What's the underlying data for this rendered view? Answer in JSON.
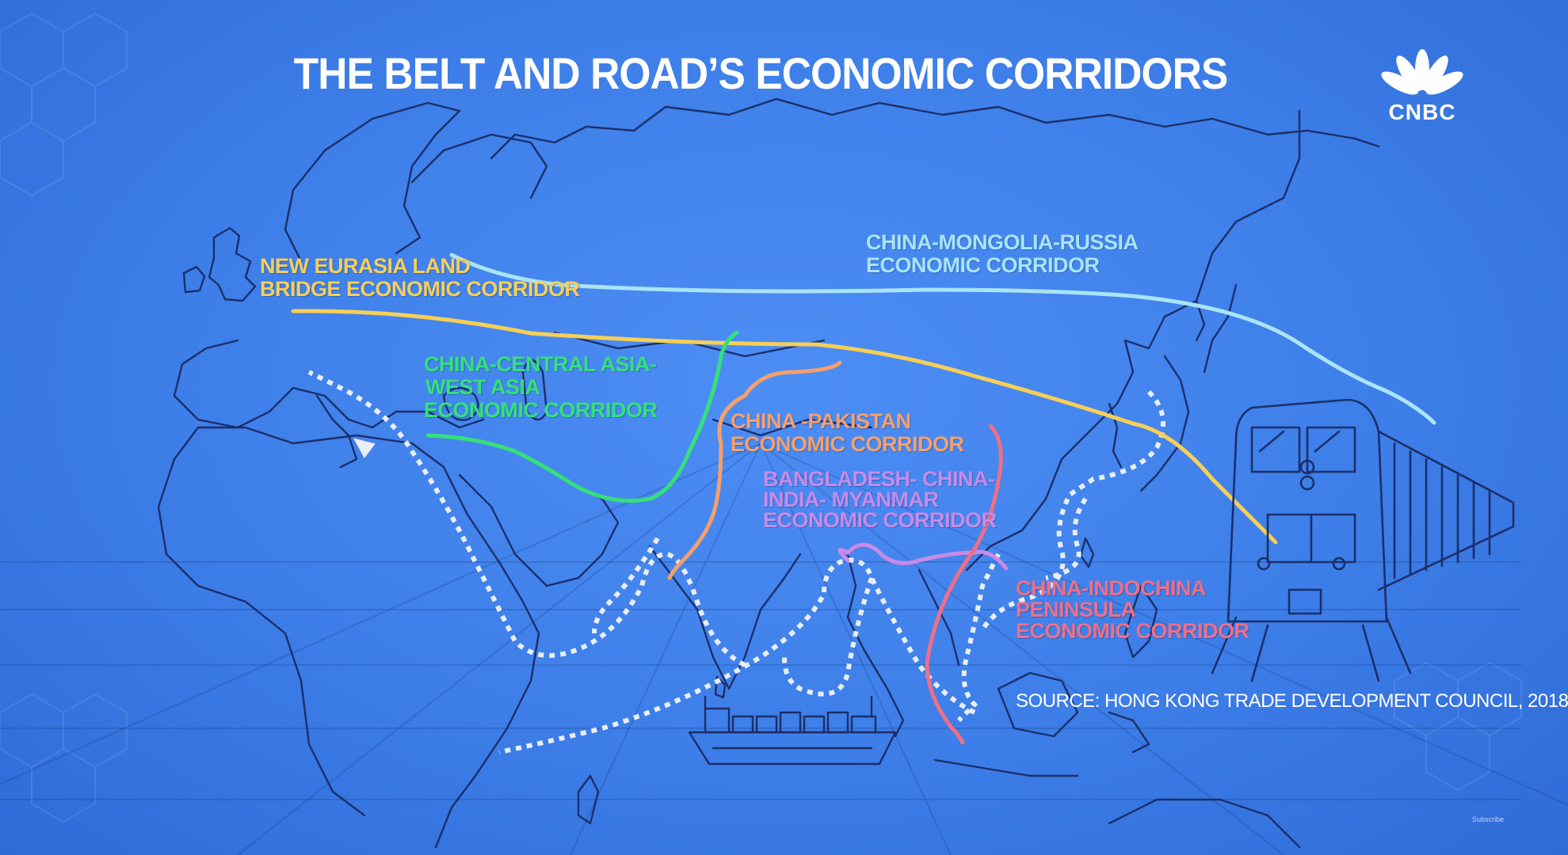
{
  "title": "THE BELT AND ROAD’S ECONOMIC CORRIDORS",
  "brand": {
    "name": "CNBC"
  },
  "source": "SOURCE: HONG KONG TRADE DEVELOPMENT COUNCIL, 2018",
  "subscribe": "Subscribe",
  "colors": {
    "background": "#3d7ee8",
    "eurasia": "#f7cf55",
    "mongolia": "#a9e4f7",
    "central_asia": "#35e079",
    "pakistan": "#f5a06b",
    "bcim": "#c98ae6",
    "indochina": "#ee6f86",
    "maritime": "#e8eef8"
  },
  "corridors": [
    {
      "id": "eurasia",
      "lines": [
        "NEW EURASIA LAND",
        "BRIDGE ECONOMIC CORRIDOR"
      ],
      "color": "#f7cf55"
    },
    {
      "id": "mongolia",
      "lines": [
        "CHINA-MONGOLIA-RUSSIA",
        "ECONOMIC CORRIDOR"
      ],
      "color": "#a9e4f7"
    },
    {
      "id": "central_asia",
      "lines": [
        "CHINA-CENTRAL ASIA-",
        "WEST ASIA",
        "ECONOMIC CORRIDOR"
      ],
      "color": "#35e079"
    },
    {
      "id": "pakistan",
      "lines": [
        "CHINA -PAKISTAN",
        "ECONOMIC CORRIDOR"
      ],
      "color": "#f5a06b"
    },
    {
      "id": "bcim",
      "lines": [
        "BANGLADESH- CHINA-",
        "INDIA- MYANMAR",
        "ECONOMIC CORRIDOR"
      ],
      "color": "#c98ae6"
    },
    {
      "id": "indochina",
      "lines": [
        "CHINA-INDOCHINA",
        "PENINSULA",
        "ECONOMIC CORRIDOR"
      ],
      "color": "#ee6f86"
    }
  ]
}
